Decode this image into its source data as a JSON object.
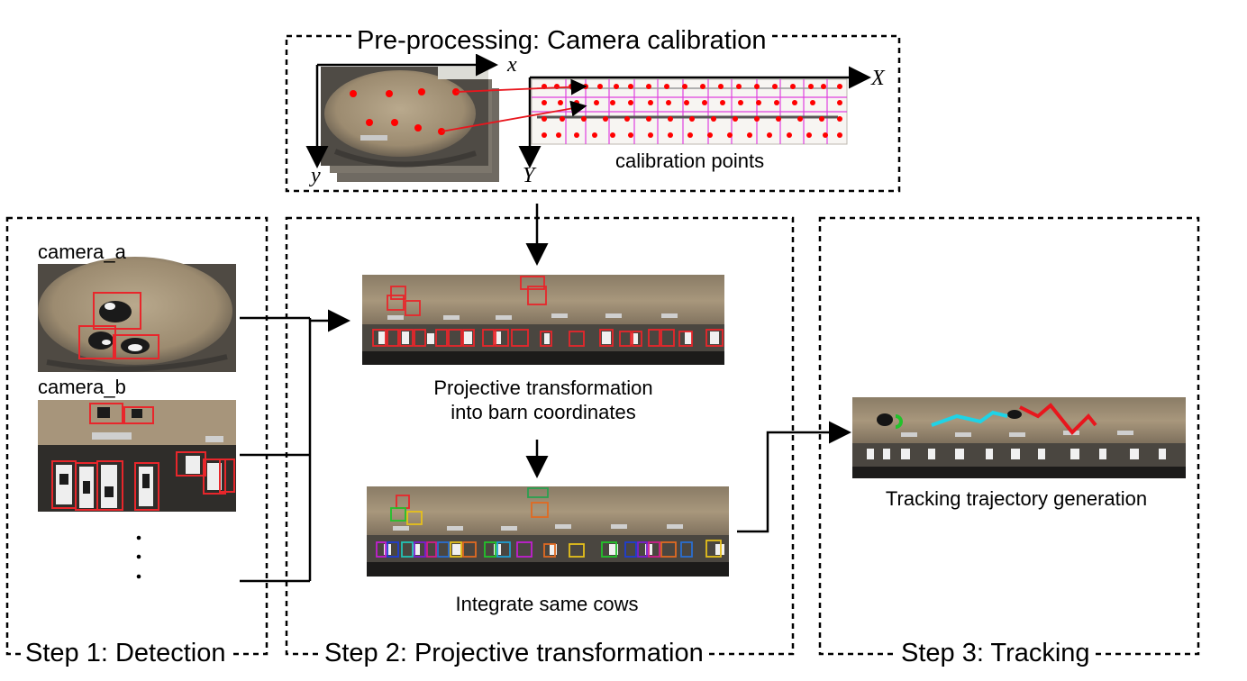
{
  "panels": {
    "preprocessing_title": "Pre-processing: Camera calibration",
    "step1_title": "Step 1: Detection",
    "step2_title": "Step 2: Projective transformation",
    "step3_title": "Step 3: Tracking"
  },
  "calibration": {
    "image_axis_x": "x",
    "image_axis_y": "y",
    "barn_axis_x": "X",
    "barn_axis_y": "Y",
    "points_label": "calibration points"
  },
  "cameras": {
    "camera_a_label": "camera_a",
    "camera_b_label": "camera_b",
    "more_cameras": "⋮"
  },
  "step2": {
    "transform_caption_line1": "Projective transformation",
    "transform_caption_line2": "into barn coordinates",
    "integrate_caption": "Integrate same cows"
  },
  "step3": {
    "tracking_caption": "Tracking trajectory generation"
  },
  "colors": {
    "detection_box": "#e8262b",
    "calibration_point": "#ff0000",
    "calibration_grid": "#e040e0",
    "trajectory_1": "#1fd3e6",
    "trajectory_2": "#e8161d",
    "start_marker": "#22c22b"
  }
}
